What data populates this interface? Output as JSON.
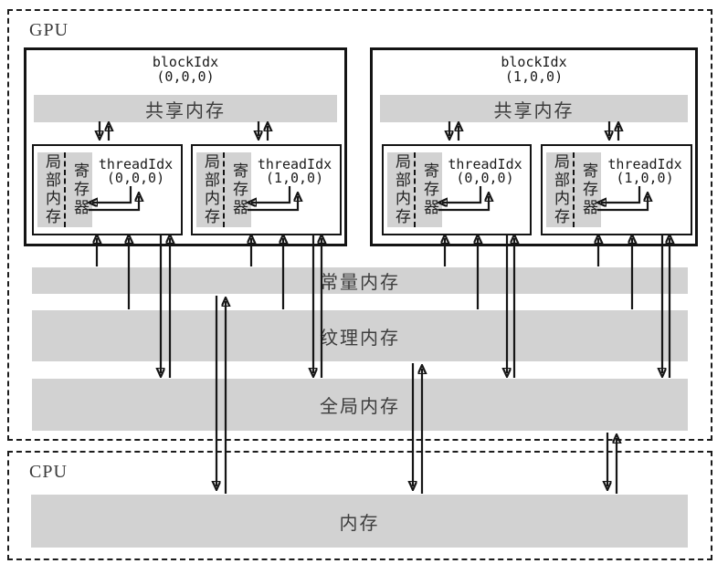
{
  "colors": {
    "bar_gray": "#d2d2d2",
    "line_black": "#161616",
    "label_gray": "#3d3d3d"
  },
  "gpu": {
    "label": "GPU",
    "blocks": [
      {
        "title": "blockIdx",
        "index": "(0,0,0)",
        "shared_label": "共享内存",
        "threads": [
          {
            "local_label": "局部内存",
            "register_label": "寄存器",
            "title": "threadIdx",
            "index": "(0,0,0)"
          },
          {
            "local_label": "局部内存",
            "register_label": "寄存器",
            "title": "threadIdx",
            "index": "(1,0,0)"
          }
        ]
      },
      {
        "title": "blockIdx",
        "index": "(1,0,0)",
        "shared_label": "共享内存",
        "threads": [
          {
            "local_label": "局部内存",
            "register_label": "寄存器",
            "title": "threadIdx",
            "index": "(0,0,0)"
          },
          {
            "local_label": "局部内存",
            "register_label": "寄存器",
            "title": "threadIdx",
            "index": "(1,0,0)"
          }
        ]
      }
    ],
    "memories": {
      "constant": "常量内存",
      "texture": "纹理内存",
      "global": "全局内存"
    }
  },
  "cpu": {
    "label": "CPU",
    "memory": "内存"
  }
}
